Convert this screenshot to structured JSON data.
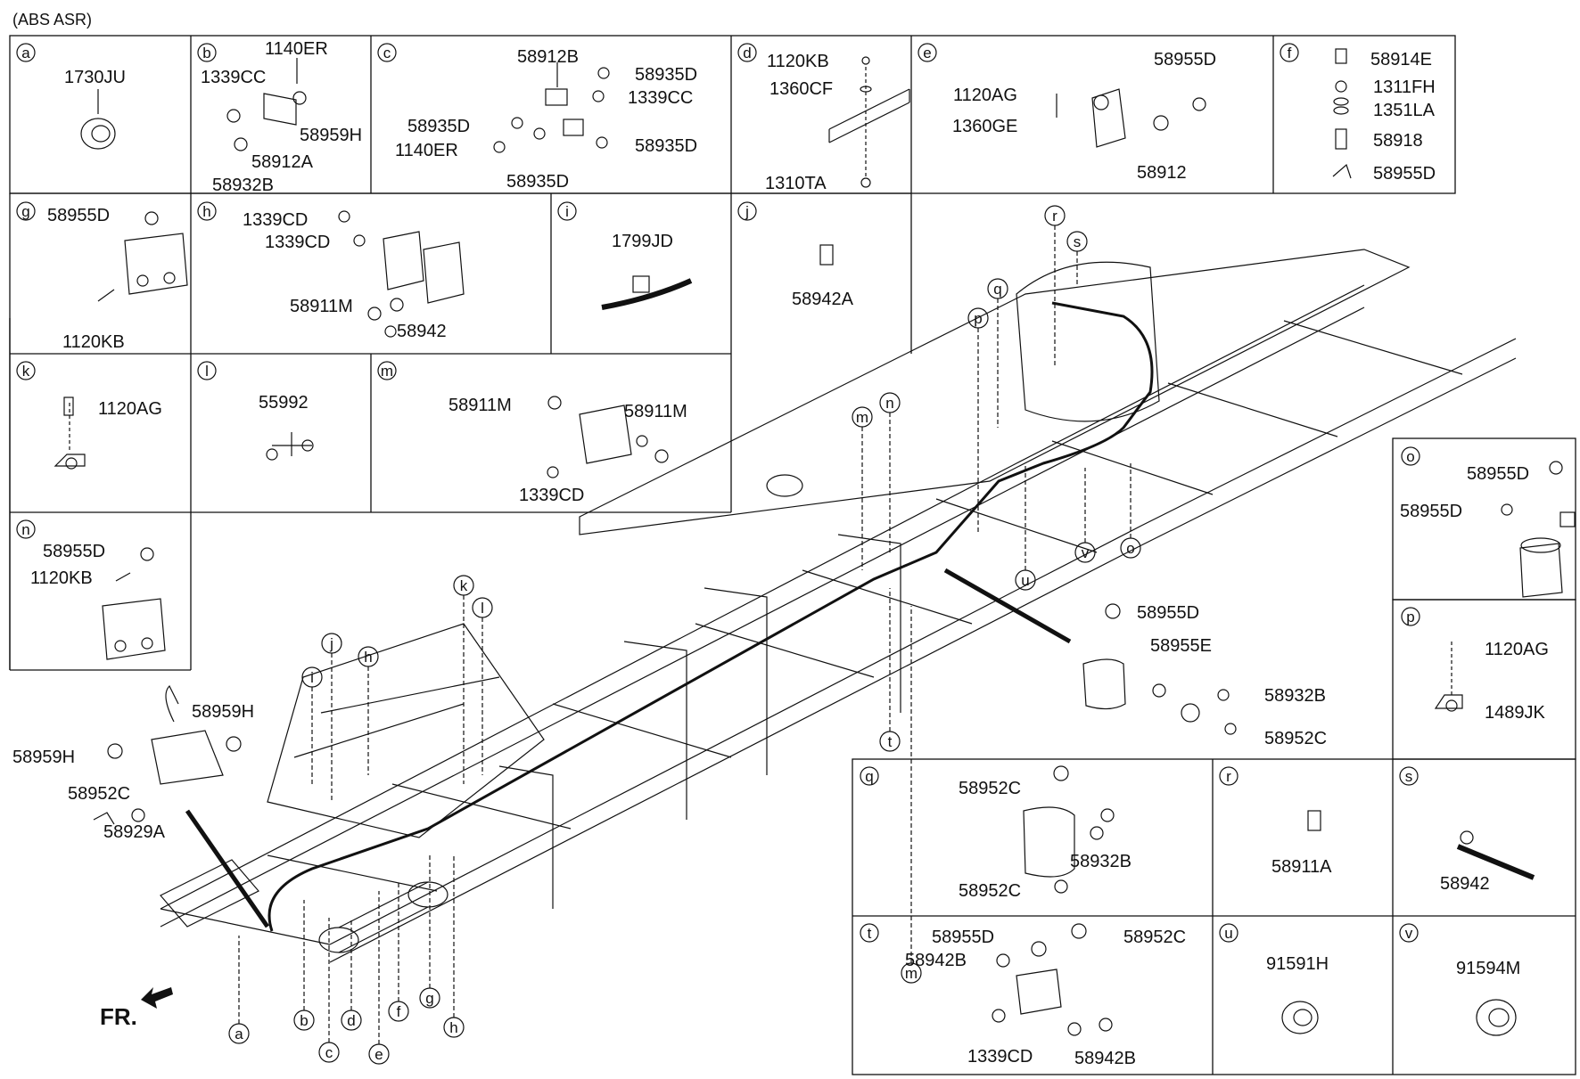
{
  "title": "(ABS ASR)",
  "front_label": "FR.",
  "panels": {
    "a": {
      "letter": "a",
      "parts": [
        "1730JU"
      ]
    },
    "b": {
      "letter": "b",
      "parts": [
        "1140ER",
        "1339CC",
        "58959H",
        "58912A",
        "58932B"
      ]
    },
    "c": {
      "letter": "c",
      "parts": [
        "58912B",
        "58935D",
        "1339CC",
        "58935D",
        "1140ER",
        "58935D",
        "58935D"
      ]
    },
    "d": {
      "letter": "d",
      "parts": [
        "1120KB",
        "1360CF",
        "1310TA"
      ]
    },
    "e": {
      "letter": "e",
      "parts": [
        "58955D",
        "1120AG",
        "1360GE",
        "58912"
      ]
    },
    "f": {
      "letter": "f",
      "parts": [
        "58914E",
        "1311FH",
        "1351LA",
        "58918",
        "58955D"
      ]
    },
    "g": {
      "letter": "g",
      "parts": [
        "58955D",
        "1120KB"
      ]
    },
    "h": {
      "letter": "h",
      "parts": [
        "1339CD",
        "1339CD",
        "58911M",
        "58942"
      ]
    },
    "i": {
      "letter": "i",
      "parts": [
        "1799JD"
      ]
    },
    "j": {
      "letter": "j",
      "parts": [
        "58942A"
      ]
    },
    "k": {
      "letter": "k",
      "parts": [
        "1120AG"
      ]
    },
    "l": {
      "letter": "l",
      "parts": [
        "55992"
      ]
    },
    "m": {
      "letter": "m",
      "parts": [
        "58911M",
        "58911M",
        "1339CD"
      ]
    },
    "n": {
      "letter": "n",
      "parts": [
        "58955D",
        "1120KB"
      ]
    },
    "o": {
      "letter": "o",
      "parts": [
        "58955D",
        "58955D"
      ]
    },
    "p": {
      "letter": "p",
      "parts": [
        "1120AG",
        "1489JK"
      ]
    },
    "q": {
      "letter": "q",
      "parts": [
        "58952C",
        "58932B",
        "58952C"
      ]
    },
    "r": {
      "letter": "r",
      "parts": [
        "58911A"
      ]
    },
    "s": {
      "letter": "s",
      "parts": [
        "58942"
      ]
    },
    "t": {
      "letter": "t",
      "parts": [
        "58955D",
        "58952C",
        "58942B",
        "1339CD",
        "58942B"
      ]
    },
    "u": {
      "letter": "u",
      "parts": [
        "91591H"
      ]
    },
    "v": {
      "letter": "v",
      "parts": [
        "91594M"
      ]
    }
  },
  "main": {
    "front_valve_parts": [
      "58959H",
      "58959H",
      "58952C",
      "58929A"
    ],
    "rear_valve_parts": [
      "58955D",
      "58955E",
      "58932B",
      "58952C"
    ],
    "callout_letters": [
      "a",
      "b",
      "c",
      "d",
      "e",
      "f",
      "g",
      "h",
      "h",
      "i",
      "j",
      "k",
      "l",
      "m",
      "m",
      "n",
      "o",
      "p",
      "q",
      "r",
      "s",
      "t",
      "u",
      "v"
    ]
  }
}
